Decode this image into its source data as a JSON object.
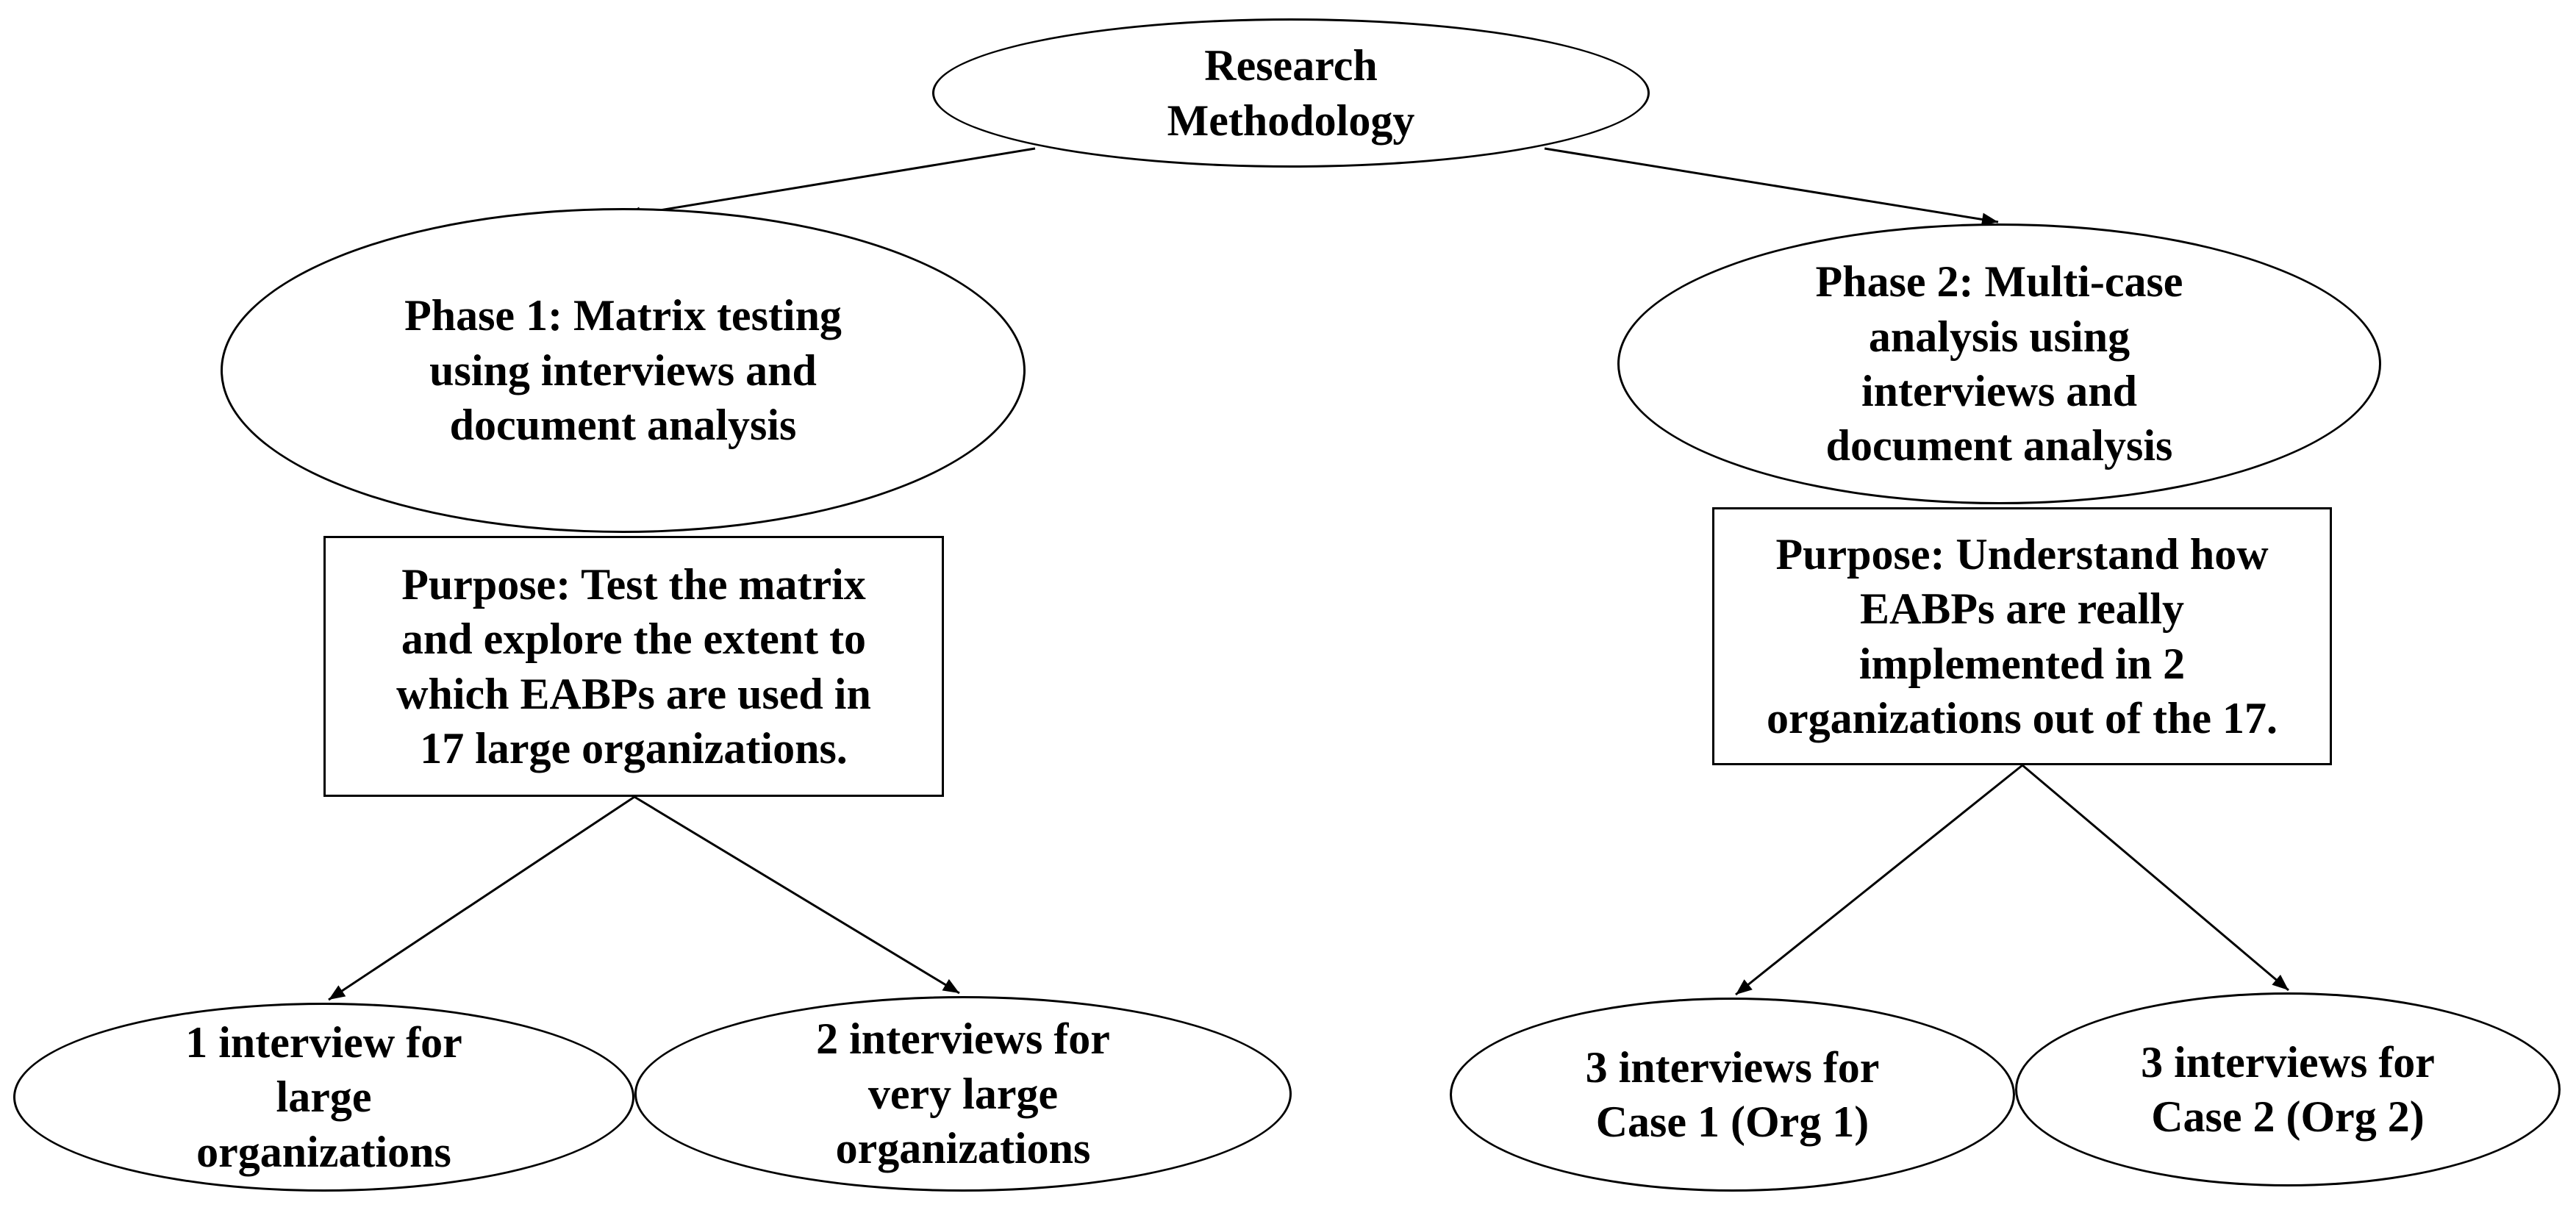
{
  "root": {
    "label": "Research\nMethodology"
  },
  "phase1": {
    "title": "Phase 1: Matrix testing\nusing interviews and\ndocument analysis",
    "purpose": "Purpose: Test the matrix\nand explore the extent to\nwhich EABPs are used in\n17 large organizations.",
    "leaves": [
      "1 interview for\nlarge\norganizations",
      "2 interviews for\nvery large\norganizations"
    ]
  },
  "phase2": {
    "title": "Phase 2: Multi-case\nanalysis using\ninterviews and\ndocument analysis",
    "purpose": "Purpose: Understand how\nEABPs are really\nimplemented in 2\norganizations out of the 17.",
    "leaves": [
      "3 interviews for\nCase 1 (Org 1)",
      "3 interviews for\nCase 2 (Org 2)"
    ]
  }
}
